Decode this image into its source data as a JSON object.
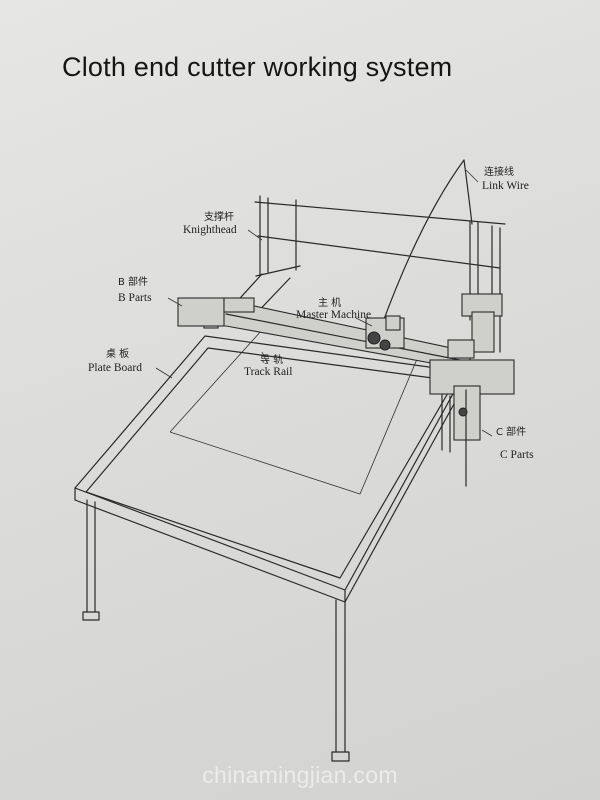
{
  "title": "Cloth end cutter working system",
  "labels": {
    "link_wire": {
      "cn": "连接线",
      "en": "Link Wire"
    },
    "knighthead": {
      "cn": "支撑杆",
      "en": "Knighthead"
    },
    "b_parts": {
      "cn": "B  部件",
      "en": "B  Parts"
    },
    "master_machine": {
      "cn": "主 机",
      "en": "Master Machine"
    },
    "plate_board": {
      "cn": "桌 板",
      "en": "Plate Board"
    },
    "track_rail": {
      "cn": "导 轨",
      "en": "Track Rail"
    },
    "c_parts": {
      "cn": "C  部件",
      "en": "C  Parts"
    }
  },
  "watermark": "chinamingjian.com"
}
